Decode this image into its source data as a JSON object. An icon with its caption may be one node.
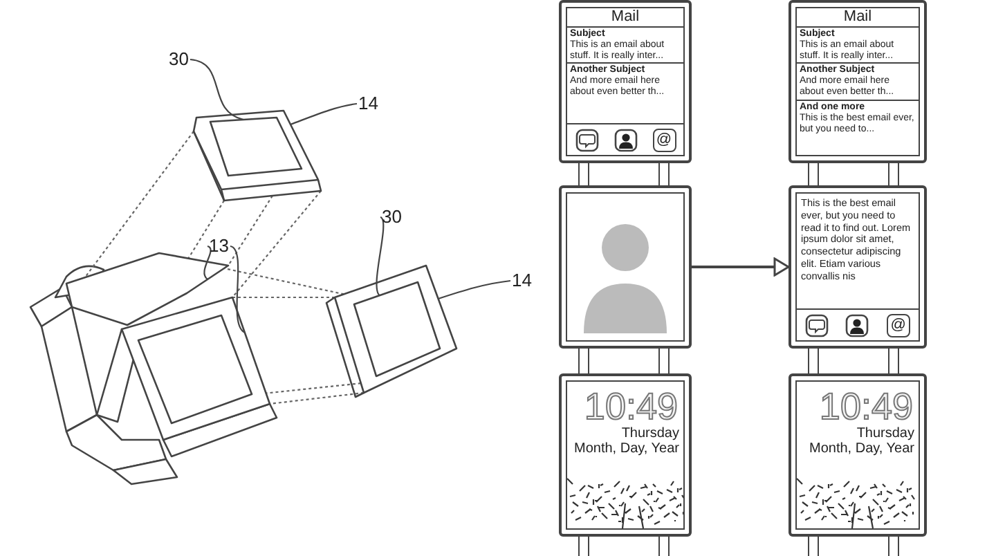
{
  "diagram": {
    "nodes": [
      {
        "text": [
          "30"
        ]
      },
      {
        "text": [
          "14"
        ]
      },
      {
        "text": [
          "13"
        ]
      },
      {
        "text": [
          "30"
        ]
      },
      {
        "text": [
          "14"
        ]
      },
      {
        "text": [],
        "shape": "box",
        "in": 6
      },
      {
        "text": [],
        "shape": "box"
      },
      {
        "text": [],
        "shape": "box"
      },
      {
        "text": [],
        "shape": "box"
      },
      {
        "text": [],
        "shape": "box",
        "in": 10
      },
      {
        "text": [],
        "shape": "box"
      },
      {
        "text": [
          "Mail",
          "Subject",
          "This is an email about stuff. It is really inter...",
          "Another Subject",
          "And more email here about even better th...",
          "@"
        ]
      },
      {
        "text": [],
        "shape": "picture"
      },
      {
        "text": [
          "10:49",
          "Thursday",
          "Month, Day, Year"
        ]
      },
      {
        "text": [
          "Mail",
          "Subject",
          "This is an email about stuff. It is really inter...",
          "Another Subject",
          "And more email here about even better th...",
          "And one more",
          "This is the best email ever, but you need to..."
        ]
      },
      {
        "text": [
          "This is the best email ever, but you need to read it to find out. Lorem ipsum dolor sit amet, consectetur adipiscing elit. Etiam various convallis nis",
          "@"
        ]
      },
      {
        "text": [
          "10:49",
          "Thursday",
          "Month, Day, Year"
        ]
      }
    ],
    "edges": [
      {
        "from": 0,
        "to": 5,
        "arrow": "none"
      },
      {
        "from": 1,
        "to": 6,
        "arrow": "none"
      },
      {
        "from": 2,
        "to": 7,
        "arrow": "none"
      },
      {
        "from": 2,
        "to": 8,
        "arrow": "none"
      },
      {
        "from": 3,
        "to": 9,
        "arrow": "none"
      },
      {
        "from": 4,
        "to": 10,
        "arrow": "none"
      },
      {
        "from": 12,
        "to": 15,
        "arrow": "to"
      },
      {
        "from": 6,
        "to": 7,
        "arrow": "none",
        "style": "dashed"
      },
      {
        "from": 6,
        "to": 7,
        "arrow": "none",
        "style": "dashed"
      },
      {
        "from": 6,
        "to": 7,
        "arrow": "none",
        "style": "dashed"
      },
      {
        "from": 6,
        "to": 8,
        "arrow": "none",
        "style": "dashed"
      },
      {
        "from": 10,
        "to": 8,
        "arrow": "none",
        "style": "dashed"
      },
      {
        "from": 10,
        "to": 8,
        "arrow": "none",
        "style": "dashed"
      },
      {
        "from": 10,
        "to": 7,
        "arrow": "none",
        "style": "dashed"
      },
      {
        "from": 10,
        "to": 8,
        "arrow": "none",
        "style": "dashed"
      }
    ]
  }
}
